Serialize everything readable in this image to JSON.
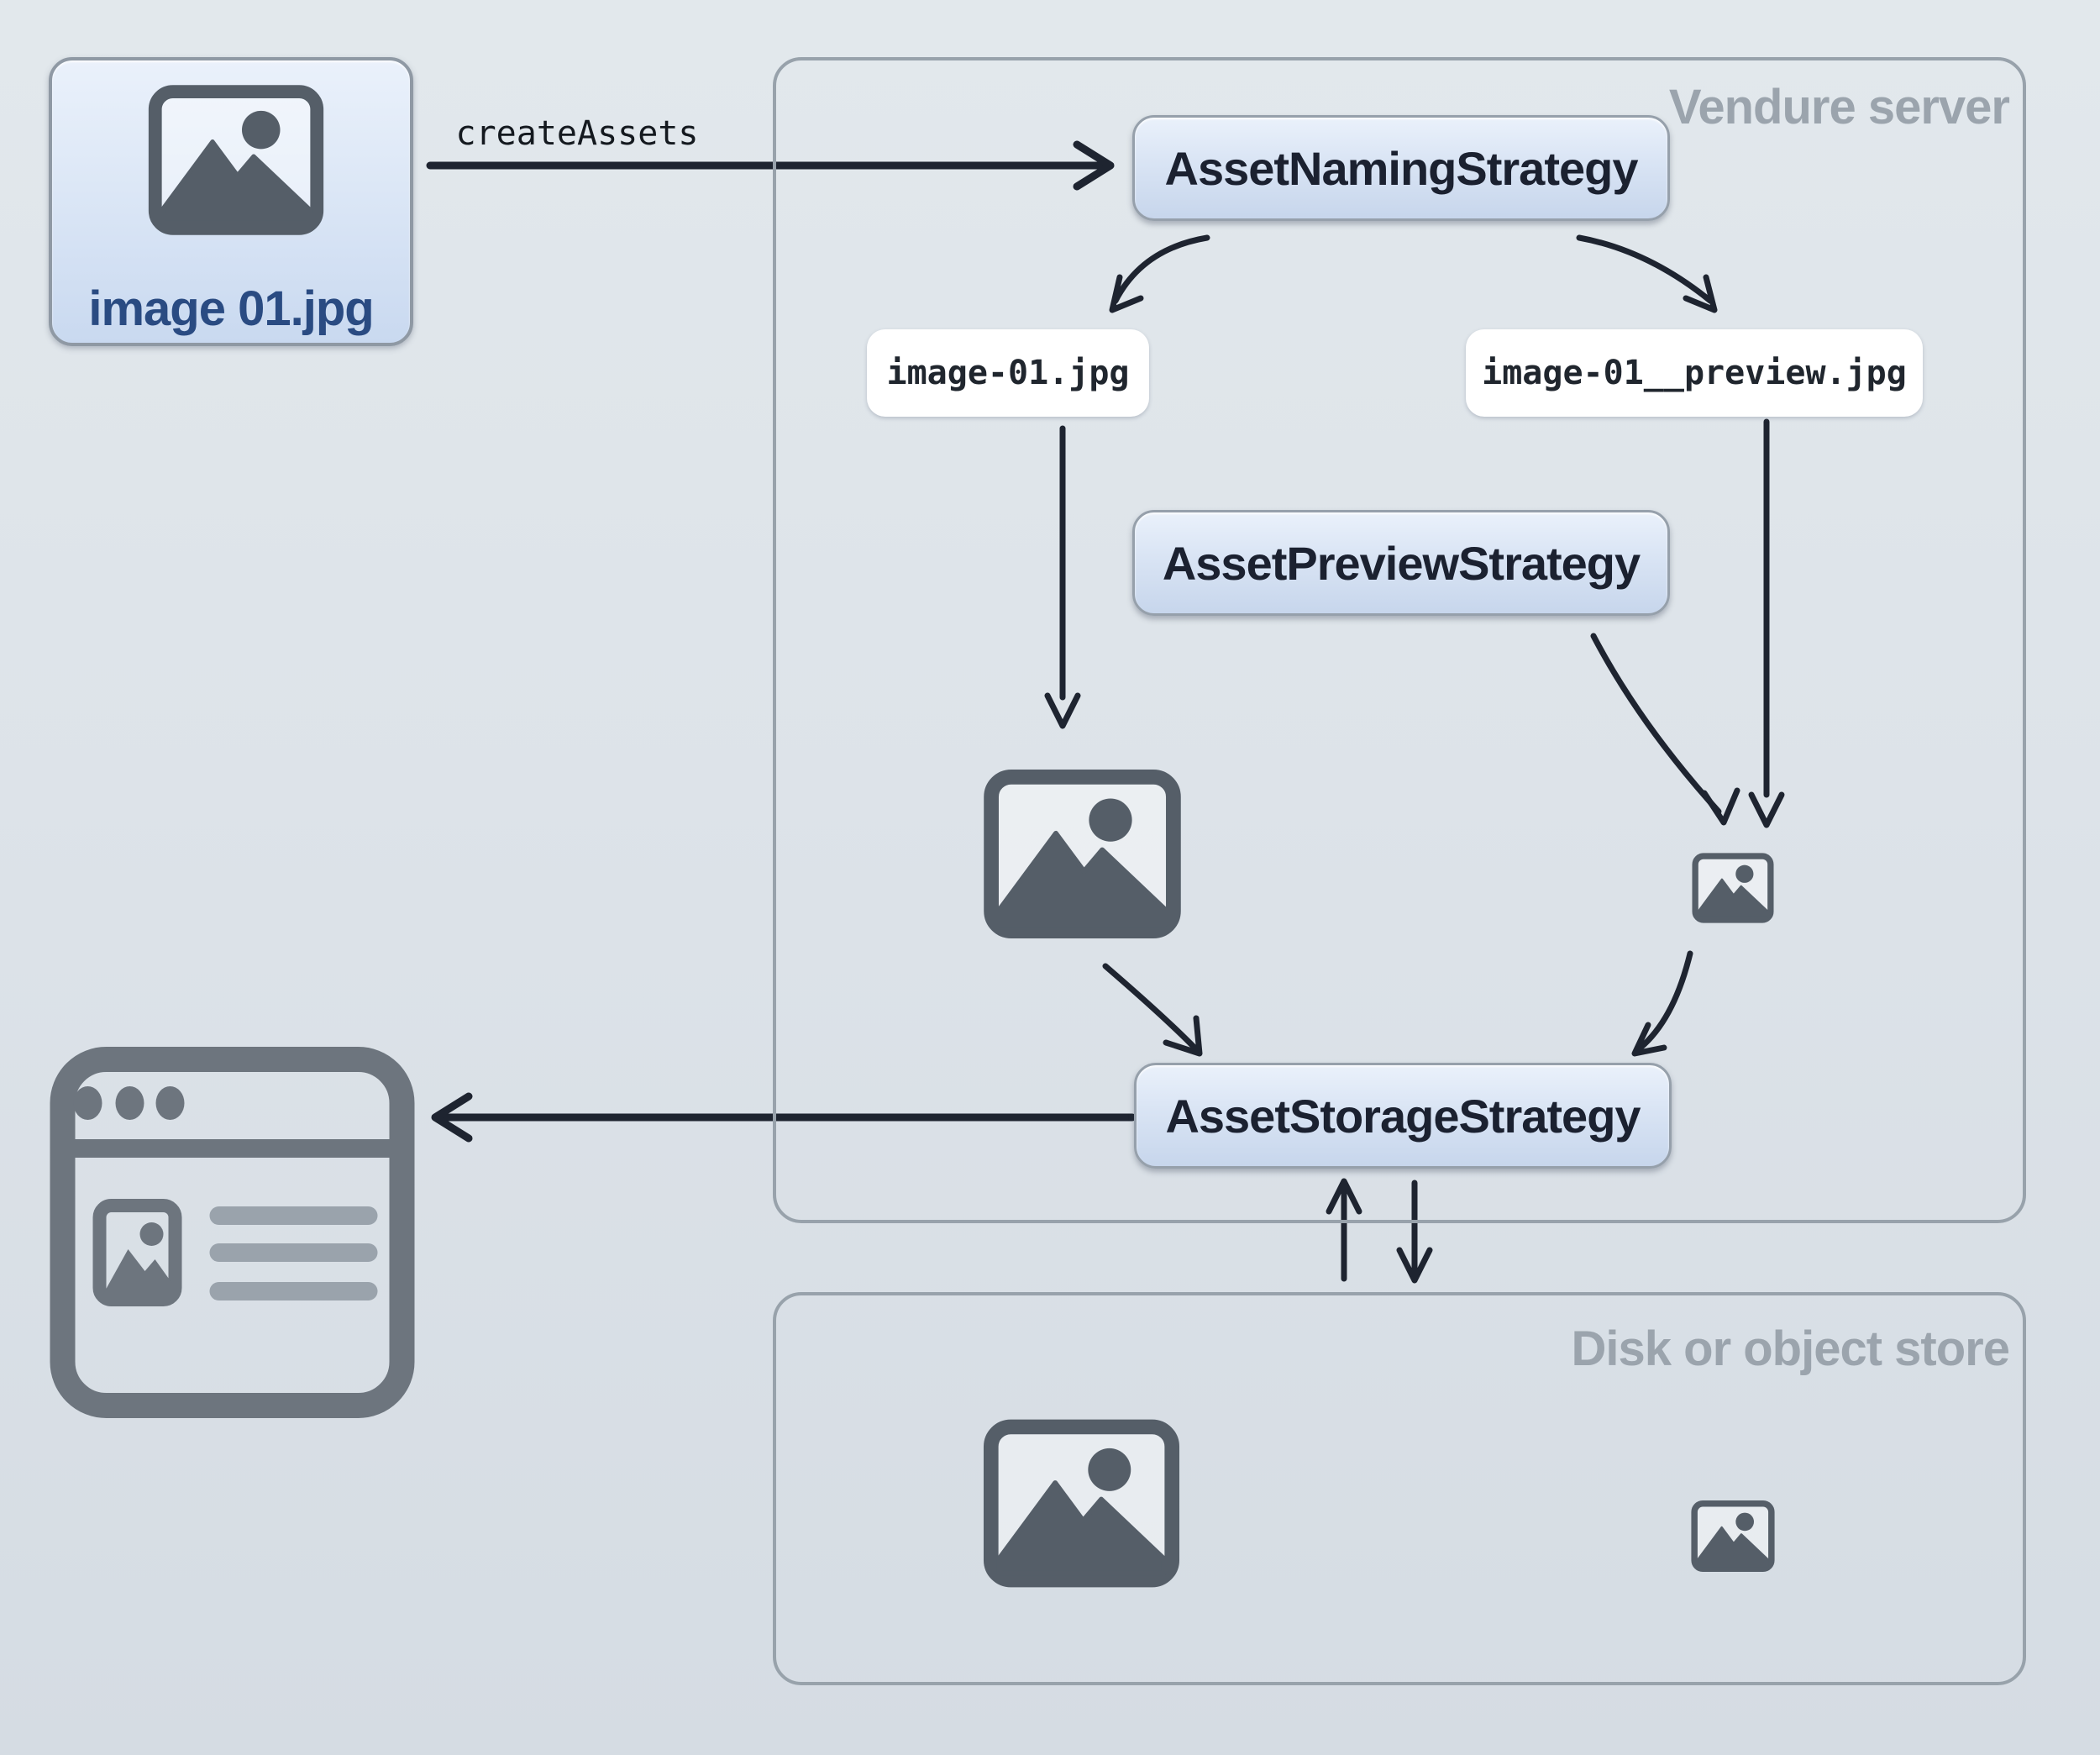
{
  "diagram": {
    "source_file": {
      "name": "image 01.jpg"
    },
    "arrow_labels": {
      "create_assets": "createAssets"
    },
    "server_group": {
      "title": "Vendure server",
      "naming_strategy": "AssetNamingStrategy",
      "preview_strategy": "AssetPreviewStrategy",
      "storage_strategy": "AssetStorageStrategy",
      "file_original": "image-01.jpg",
      "file_preview": "image-01__preview.jpg"
    },
    "storage_group": {
      "title": "Disk or object store"
    },
    "colors": {
      "background": "#dde3e9",
      "panel_border": "#98a2ab",
      "box_border": "#96a0ab",
      "box_fill_top": "#eaf1fb",
      "box_fill_bottom": "#c7d6ec",
      "box_text": "#1b2130",
      "muted_title": "#9ba4ad",
      "filename_text": "#2a4b82",
      "chip_background": "#ffffff",
      "chip_text": "#20262e",
      "arrow": "#1e2430",
      "photo_icon": "#555e68",
      "browser_icon": "#6d757e"
    }
  }
}
